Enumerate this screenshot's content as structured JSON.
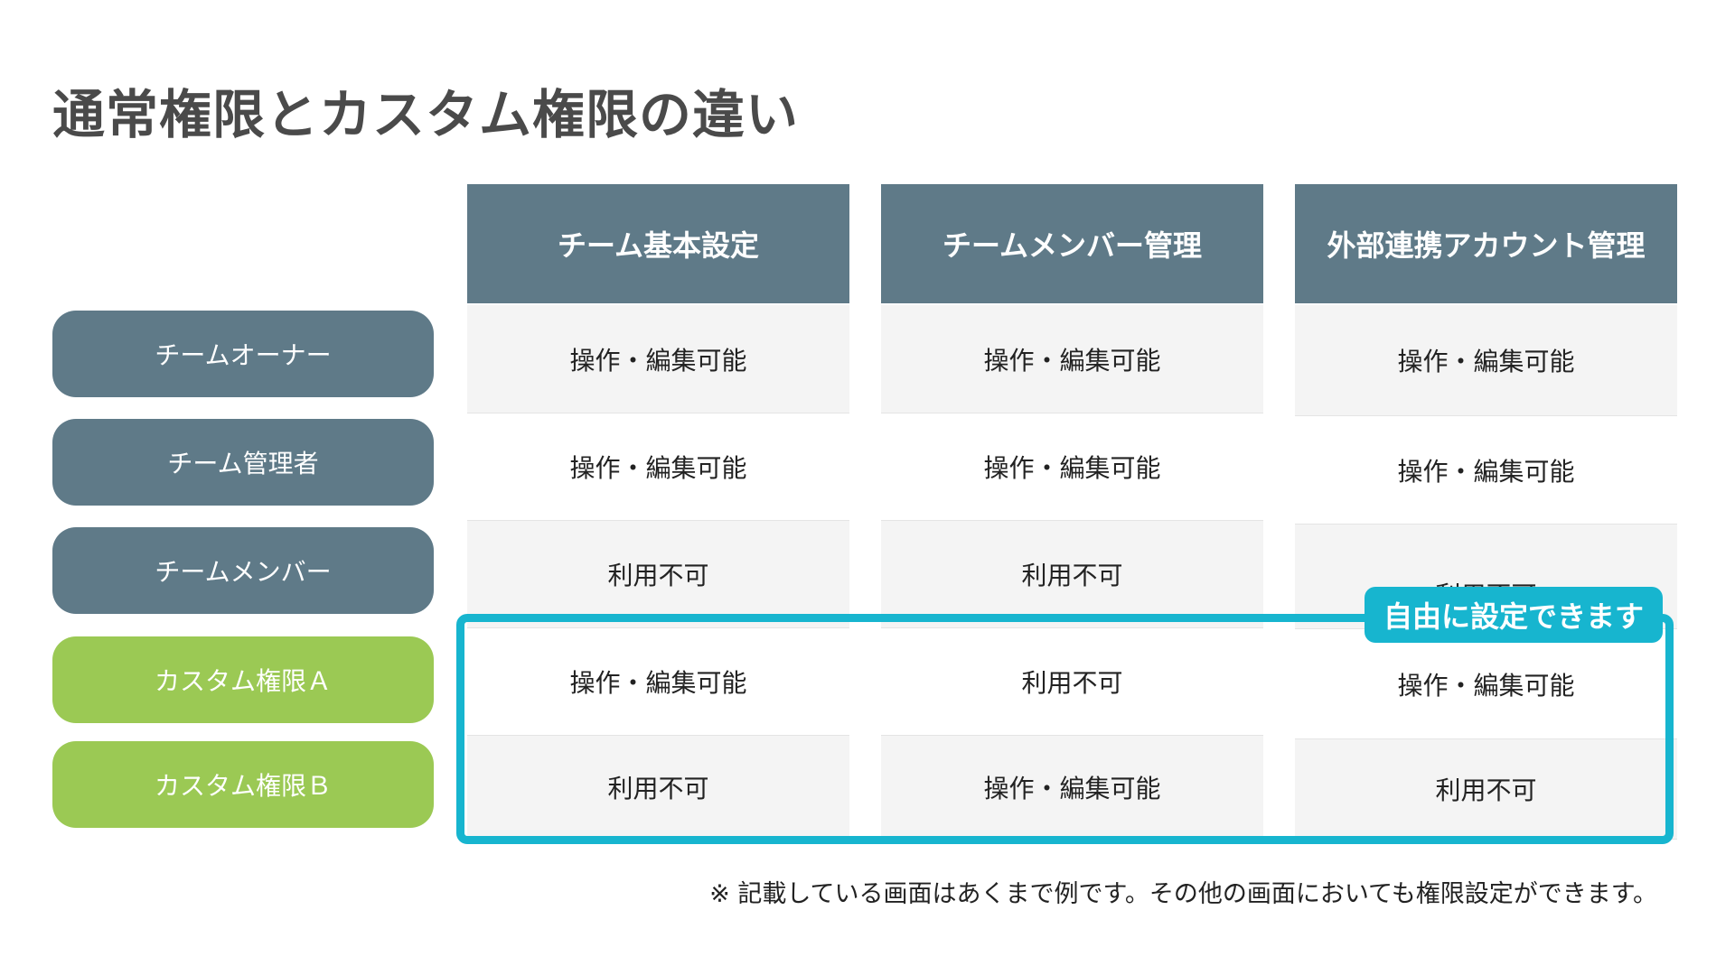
{
  "title": "通常権限とカスタム権限の違い",
  "columns": [
    "チーム基本設定",
    "チームメンバー管理",
    "外部連携アカウント管理"
  ],
  "roles": [
    {
      "label": "チームオーナー",
      "kind": "standard"
    },
    {
      "label": "チーム管理者",
      "kind": "standard"
    },
    {
      "label": "チームメンバー",
      "kind": "standard"
    },
    {
      "label": "カスタム権限Ａ",
      "kind": "custom"
    },
    {
      "label": "カスタム権限Ｂ",
      "kind": "custom"
    }
  ],
  "cells": [
    [
      "操作・編集可能",
      "操作・編集可能",
      "操作・編集可能"
    ],
    [
      "操作・編集可能",
      "操作・編集可能",
      "操作・編集可能"
    ],
    [
      "利用不可",
      "利用不可",
      "利用不可"
    ],
    [
      "操作・編集可能",
      "利用不可",
      "操作・編集可能"
    ],
    [
      "利用不可",
      "操作・編集可能",
      "利用不可"
    ]
  ],
  "highlight_badge": "自由に設定できます",
  "footnote": "※ 記載している画面はあくまで例です。その他の画面においても権限設定ができます。",
  "colors": {
    "standard": "#5f7a88",
    "custom": "#9bc954",
    "highlight": "#17b5cf"
  }
}
